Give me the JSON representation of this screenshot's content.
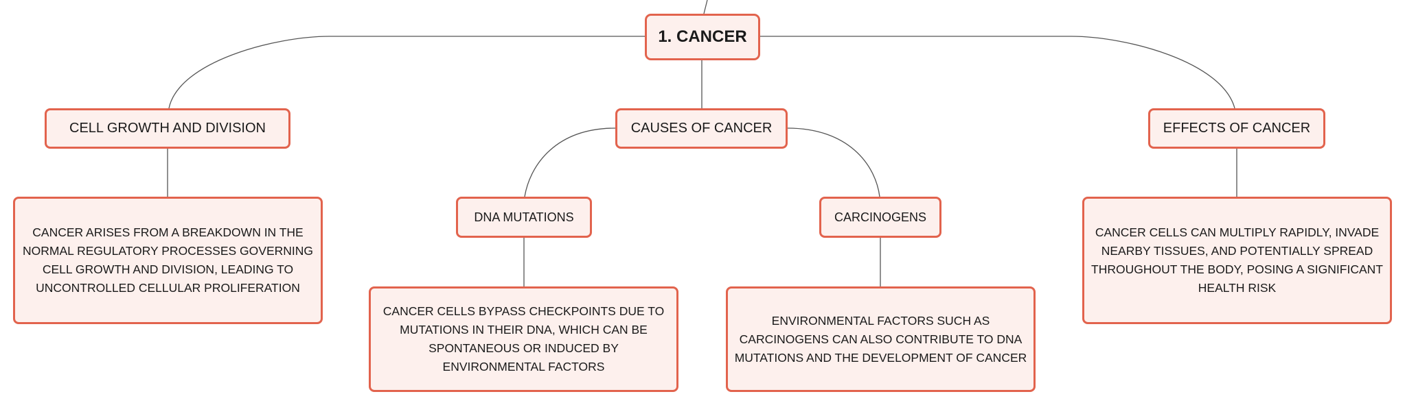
{
  "diagram": {
    "root": {
      "label": "1. CANCER"
    },
    "branches": {
      "growth": {
        "label": "CELL GROWTH AND DIVISION",
        "detail": "CANCER ARISES FROM A BREAKDOWN IN THE NORMAL REGULATORY PROCESSES GOVERNING CELL GROWTH AND DIVISION, LEADING TO UNCONTROLLED CELLULAR PROLIFERATION"
      },
      "causes": {
        "label": "CAUSES OF CANCER",
        "mutations": {
          "label": "DNA MUTATIONS",
          "detail": "CANCER CELLS BYPASS CHECKPOINTS DUE TO MUTATIONS IN THEIR DNA, WHICH CAN BE SPONTANEOUS OR INDUCED BY ENVIRONMENTAL FACTORS"
        },
        "carcinogens": {
          "label": "CARCINOGENS",
          "detail": "ENVIRONMENTAL FACTORS SUCH AS CARCINOGENS CAN ALSO CONTRIBUTE TO DNA MUTATIONS AND THE DEVELOPMENT OF CANCER"
        }
      },
      "effects": {
        "label": "EFFECTS OF CANCER",
        "detail": "CANCER CELLS CAN MULTIPLY RAPIDLY, INVADE NEARBY TISSUES, AND POTENTIALLY SPREAD THROUGHOUT THE BODY, POSING A SIGNIFICANT HEALTH RISK"
      }
    }
  },
  "colors": {
    "node_fill": "#fdf0ed",
    "node_border": "#e2634d",
    "connector": "#555555",
    "text": "#1a1a1a"
  }
}
